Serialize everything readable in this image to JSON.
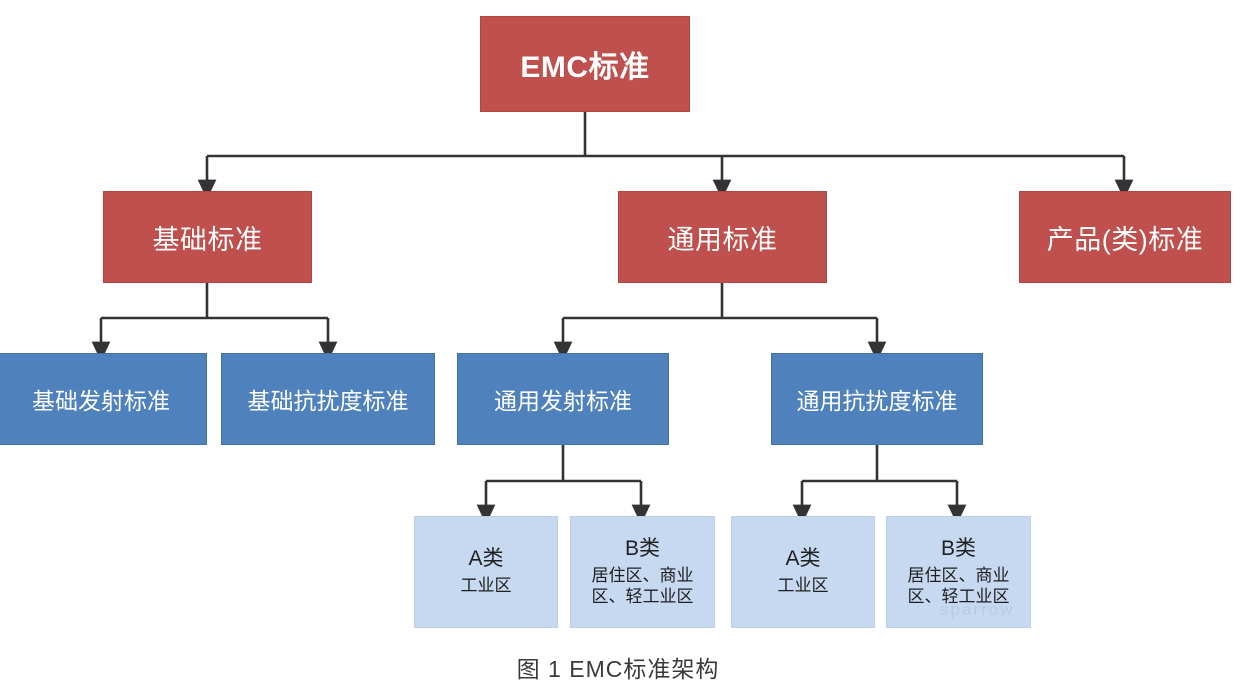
{
  "figure": {
    "caption": "图 1  EMC标准架构",
    "watermark": "sparrow"
  },
  "palette": {
    "red": "#C0504D",
    "blue": "#4F81BD",
    "light_blue": "#C6D9F0",
    "connector": "#333333",
    "white_text": "#FFFFFF",
    "dark_text": "#202020",
    "background": "#FFFFFF"
  },
  "nodes": {
    "root": {
      "label": "EMC标准"
    },
    "tier2": [
      {
        "label": "基础标准"
      },
      {
        "label": "通用标准"
      },
      {
        "label": "产品(类)标准"
      }
    ],
    "tier3": [
      {
        "label": "基础发射标准"
      },
      {
        "label": "基础抗扰度标准"
      },
      {
        "label": "通用发射标准"
      },
      {
        "label": "通用抗扰度标准"
      }
    ],
    "tier4": [
      {
        "label": "A类",
        "sublabel": "工业区"
      },
      {
        "label": "B类",
        "sublabel": "居住区、商业\n区、轻工业区"
      },
      {
        "label": "A类",
        "sublabel": "工业区"
      },
      {
        "label": "B类",
        "sublabel": "居住区、商业\n区、轻工业区"
      }
    ]
  }
}
